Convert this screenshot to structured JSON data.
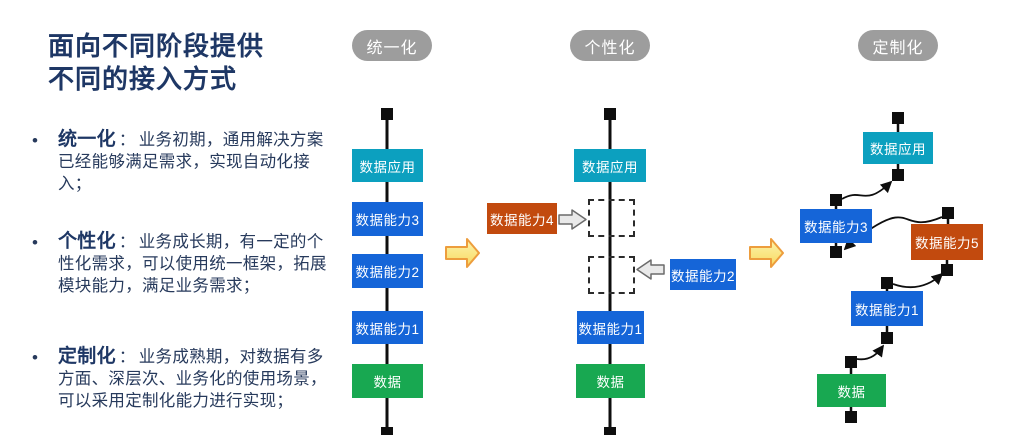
{
  "left_panel": {
    "title_line1": "面向不同阶段提供",
    "title_line2": "不同的接入方式",
    "bullets": [
      {
        "term": "统一化",
        "colon": "：",
        "desc": "业务初期，通用解决方案已经能够满足需求，实现自动化接入；"
      },
      {
        "term": "个性化",
        "colon": "：",
        "desc": "业务成长期，有一定的个性化需求，可以使用统一框架，拓展模块能力，满足业务需求；"
      },
      {
        "term": "定制化",
        "colon": "：",
        "desc": "业务成熟期，对数据有多方面、深层次、业务化的使用场景，可以采用定制化能力进行实现；"
      }
    ]
  },
  "stage1": {
    "badge": "统一化",
    "box_app": "数据应用",
    "box_cap3": "数据能力3",
    "box_cap2": "数据能力2",
    "box_cap1": "数据能力1",
    "box_data": "数据"
  },
  "stage2": {
    "badge": "个性化",
    "box_app": "数据应用",
    "box_cap4": "数据能力4",
    "box_cap2": "数据能力2",
    "box_cap1": "数据能力1",
    "box_data": "数据"
  },
  "stage3": {
    "badge": "定制化",
    "box_app": "数据应用",
    "box_cap3": "数据能力3",
    "box_cap5": "数据能力5",
    "box_cap1": "数据能力1",
    "box_data": "数据"
  },
  "colors": {
    "app_teal": "#0ca0bf",
    "capability_blue": "#1565d8",
    "extension_orange": "#c24a0e",
    "data_green": "#18a851",
    "badge_gray": "#9d9d9d",
    "title_navy": "#1e3765",
    "stage_arrow_fill": "#fbe98e",
    "stage_arrow_stroke": "#ed9d3d"
  }
}
